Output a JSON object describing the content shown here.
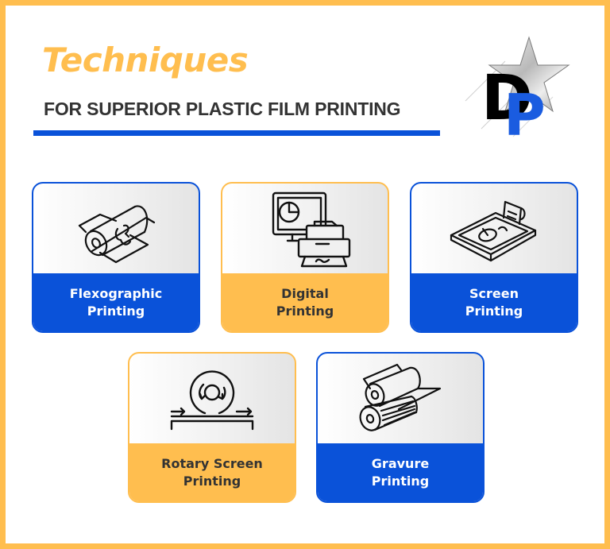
{
  "header": {
    "title": "Techniques",
    "subtitle": "FOR SUPERIOR PLASTIC FILM PRINTING"
  },
  "logo": {
    "letters": [
      "D",
      "P"
    ],
    "icon": "star-icon"
  },
  "colors": {
    "accent_orange": "#FFBE4F",
    "accent_blue": "#0A52D9",
    "text_dark": "#333333"
  },
  "cards": [
    {
      "line1": "Flexographic",
      "line2": "Printing",
      "icon": "flexographic-roller-icon",
      "theme": "blue"
    },
    {
      "line1": "Digital",
      "line2": "Printing",
      "icon": "computer-printer-icon",
      "theme": "orange"
    },
    {
      "line1": "Screen",
      "line2": "Printing",
      "icon": "screen-frame-squeegee-icon",
      "theme": "blue"
    },
    {
      "line1": "Rotary Screen",
      "line2": "Printing",
      "icon": "rotary-cylinder-icon",
      "theme": "orange"
    },
    {
      "line1": "Gravure",
      "line2": "Printing",
      "icon": "gravure-rollers-icon",
      "theme": "blue"
    }
  ]
}
